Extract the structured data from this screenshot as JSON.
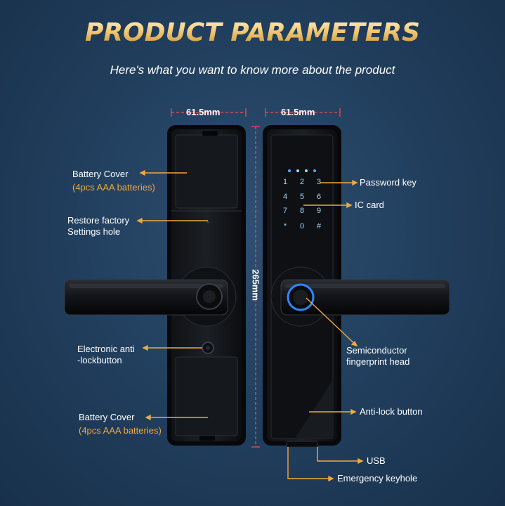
{
  "header": {
    "title": "PRODUCT PARAMETERS",
    "subtitle": "Here's what you want to know more about the product"
  },
  "dimensions": {
    "left_width": "61.5mm",
    "right_width": "61.5mm",
    "height": "265mm"
  },
  "left_labels": {
    "battery_cover_top": "Battery Cover",
    "battery_note_top": "(4pcs AAA batteries)",
    "restore_line1": "Restore factory",
    "restore_line2": "Settings hole",
    "anti_lock_line1": "Electronic anti",
    "anti_lock_line2": "-lockbutton",
    "battery_cover_bottom": "Battery Cover",
    "battery_note_bottom": "(4pcs AAA batteries)"
  },
  "right_labels": {
    "password_key": "Password key",
    "ic_card": "IC card",
    "fingerprint_line1": "Semiconductor",
    "fingerprint_line2": "fingerprint head",
    "anti_lock_button": "Anti-lock button",
    "usb": "USB",
    "emergency_keyhole": "Emergency keyhole"
  },
  "keypad": [
    "1",
    "2",
    "3",
    "4",
    "5",
    "6",
    "7",
    "8",
    "9",
    "*",
    "0",
    "#"
  ],
  "colors": {
    "accent": "#f0a93c",
    "key_glow": "#9fd4ff",
    "fingerprint_ring": "#2e86ff",
    "dim_line": "#d94848"
  }
}
